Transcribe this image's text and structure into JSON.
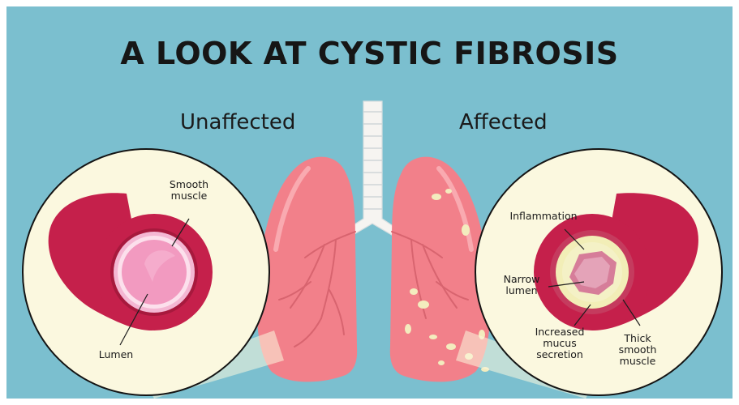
{
  "title": "A LOOK AT CYSTIC FIBROSIS",
  "headings": {
    "unaffected": "Unaffected",
    "affected": "Affected"
  },
  "labels": {
    "smooth_muscle_1": "Smooth",
    "smooth_muscle_2": "muscle",
    "lumen": "Lumen",
    "inflammation": "Inflammation",
    "narrow_lumen_1": "Narrow",
    "narrow_lumen_2": "lumen",
    "increased_1": "Increased",
    "increased_2": "mucus",
    "increased_3": "secretion",
    "thick_1": "Thick",
    "thick_2": "smooth",
    "thick_3": "muscle"
  },
  "colors": {
    "background": "#7bbfcf",
    "lung": "#f2808a",
    "airway_outer": "#c5204b",
    "inset_circle": "#fbf8df",
    "mucus": "#f2eeb7"
  }
}
